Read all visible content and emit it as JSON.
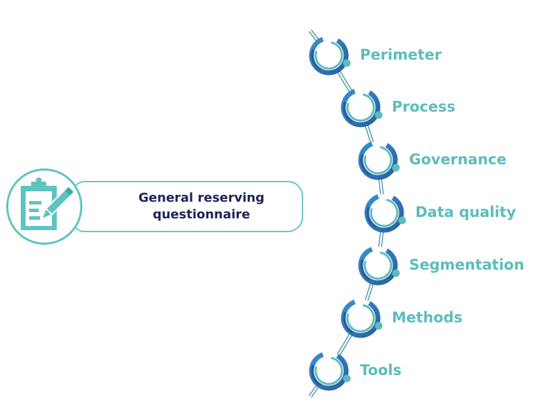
{
  "questionnaire": {
    "title": "General reserving questionnaire"
  },
  "steps": [
    {
      "label": "Perimeter"
    },
    {
      "label": "Process"
    },
    {
      "label": "Governance"
    },
    {
      "label": "Data quality"
    },
    {
      "label": "Segmentation"
    },
    {
      "label": "Methods"
    },
    {
      "label": "Tools"
    }
  ],
  "colors": {
    "teal": "#5bbdbc",
    "blue": "#2f6fb3",
    "navy": "#1d2459"
  }
}
